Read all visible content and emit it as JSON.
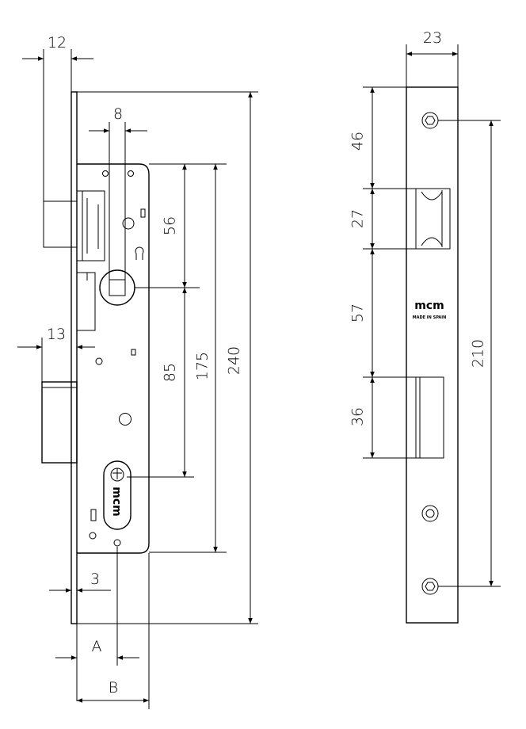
{
  "front_view": {
    "dimensions": {
      "d12": "12",
      "d8": "8",
      "d13": "13",
      "d3": "3",
      "d56": "56",
      "d85": "85",
      "d175": "175",
      "d240": "240",
      "dA": "A",
      "dB": "B"
    },
    "logo": "mcm"
  },
  "side_view": {
    "dimensions": {
      "d23": "23",
      "d46": "46",
      "d27": "27",
      "d57": "57",
      "d36": "36",
      "d210": "210"
    },
    "logo": "mcm",
    "made_in": "MADE IN SPAIN"
  }
}
